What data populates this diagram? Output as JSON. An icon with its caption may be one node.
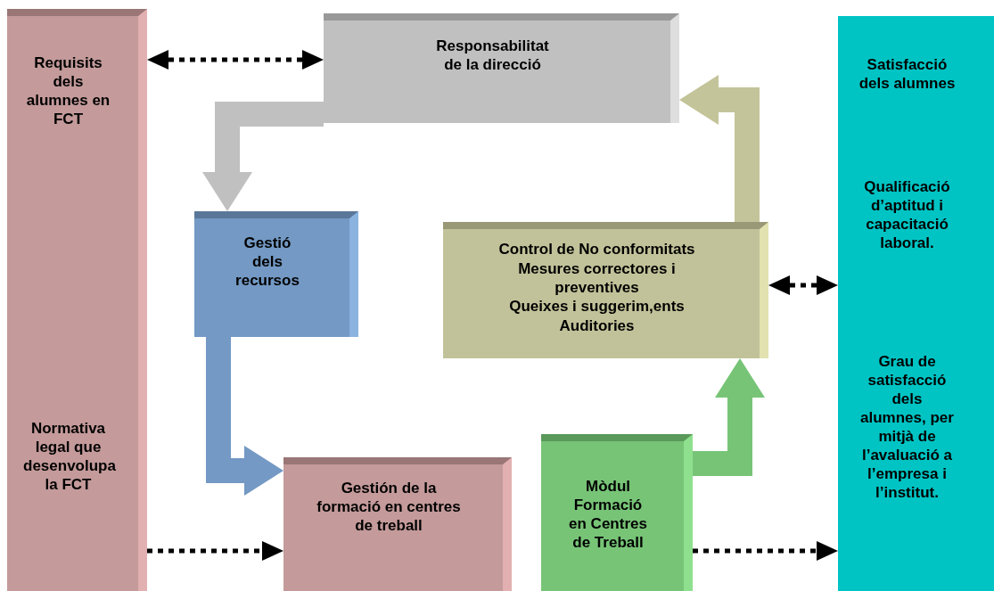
{
  "diagram": {
    "nodes": [
      {
        "text": [
          "Requisits dels alumnes en FCT",
          "Normativa legal que desenvolupa la FCT"
        ]
      },
      {
        "text": [
          "Responsabilitat de la direcció"
        ]
      },
      {
        "text": [
          "Gestió dels recursos"
        ]
      },
      {
        "text": [
          "Control de No conformitats",
          "Mesures correctores i preventives",
          "Queixes i suggerim,ents",
          "Auditories"
        ]
      },
      {
        "text": [
          "Gestión de la formació en centres de treball"
        ]
      },
      {
        "text": [
          "Mòdul Formació en Centres de Treball"
        ]
      },
      {
        "text": [
          "Satisfacció dels alumnes",
          "Qualificació d’aptitud i capacitació laboral.",
          "Grau de satisfacció dels alumnes, per mitjà de l’avaluació a l’empresa i l’institut."
        ]
      }
    ],
    "edges": [
      {
        "from": 0,
        "to": 1,
        "arrow": "both",
        "style": "dashed"
      },
      {
        "from": 1,
        "to": 2,
        "arrow": "to",
        "style": "thick",
        "color": "#c0c0c0"
      },
      {
        "from": 2,
        "to": 4,
        "arrow": "to",
        "style": "thick",
        "color": "#7399c4"
      },
      {
        "from": 0,
        "to": 4,
        "arrow": "to",
        "style": "dashed"
      },
      {
        "from": 5,
        "to": 3,
        "arrow": "to",
        "style": "thick",
        "color": "#77c477"
      },
      {
        "from": 3,
        "to": 1,
        "arrow": "to",
        "style": "thick",
        "color": "#c4c49a"
      },
      {
        "from": 3,
        "to": 6,
        "arrow": "both",
        "style": "dashed"
      },
      {
        "from": 5,
        "to": 6,
        "arrow": "to",
        "style": "dashed"
      }
    ]
  }
}
